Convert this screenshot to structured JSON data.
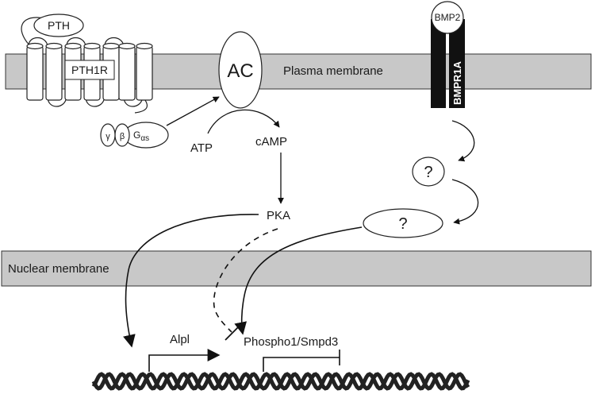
{
  "labels": {
    "pth": "PTH",
    "pth1r": "PTH1R",
    "ac": "AC",
    "plasma_membrane": "Plasma membrane",
    "bmp2": "BMP2",
    "bmpr1a": "BMPR1A",
    "gamma": "γ",
    "beta": "β",
    "galpha": "G",
    "galpha_sub": "αs",
    "atp": "ATP",
    "camp": "cAMP",
    "pka": "PKA",
    "unknown_1": "?",
    "unknown_2": "?",
    "nuclear_membrane": "Nuclear membrane",
    "alpl": "Alpl",
    "phospho1_smpd3": "Phospho1/Smpd3"
  },
  "colors": {
    "membrane_fill": "#c8c8c8",
    "membrane_stroke": "#333333",
    "receptor_fill": "#111111",
    "line": "#111111",
    "dna_strand": "#222222"
  }
}
